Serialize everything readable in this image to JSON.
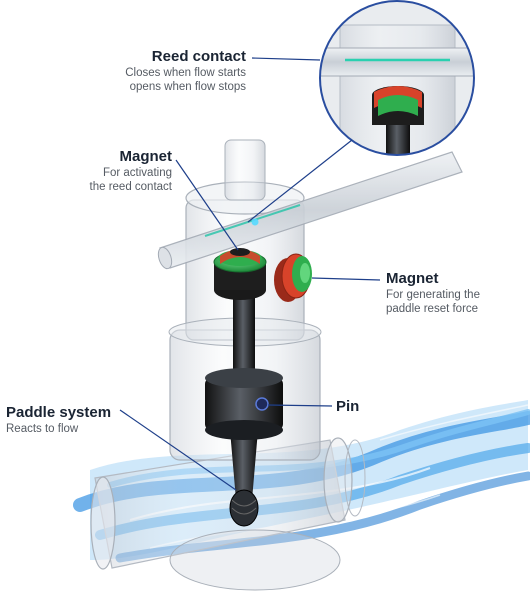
{
  "labels": {
    "reed_contact": {
      "title": "Reed contact",
      "desc_lines": [
        "Closes when flow starts",
        "opens when flow stops"
      ]
    },
    "magnet_top": {
      "title": "Magnet",
      "desc_lines": [
        "For activating",
        "the reed contact"
      ]
    },
    "magnet_side": {
      "title": "Magnet",
      "desc_lines": [
        "For generating the",
        "paddle reset force"
      ]
    },
    "pin": {
      "title": "Pin"
    },
    "paddle_system": {
      "title": "Paddle system",
      "desc_lines": [
        "Reacts to flow"
      ]
    }
  },
  "colors": {
    "leader_line": "#1e3f8a",
    "inset_border": "#2a4ea0",
    "water": "#2a8ee0",
    "magnet_green": "#2fae4e",
    "magnet_red": "#d8432a",
    "housing": "#dfe3e8"
  }
}
